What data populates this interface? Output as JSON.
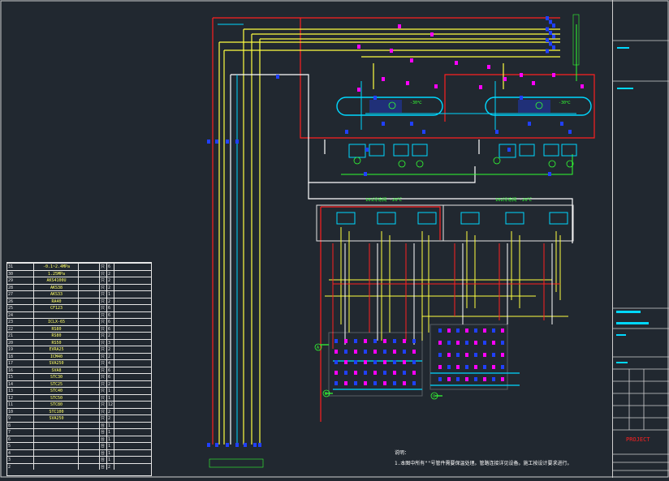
{
  "colors": {
    "background": "#212830",
    "pipe_red": "#ff2020",
    "pipe_yellow": "#ffff40",
    "pipe_white": "#ffffff",
    "pipe_cyan": "#00d8ff",
    "pipe_green": "#30ff30",
    "valve_magenta": "#ff00ff",
    "valve_blue": "#2040ff"
  },
  "evaporator_groups": [
    {
      "title": "101冷冻间 -20℃"
    },
    {
      "title": "102冷冻间 -20℃"
    }
  ],
  "tags": {
    "node_a": "A",
    "node_b": "B",
    "node_c": "C",
    "receiver_left": "-30℃",
    "receiver_right": "-30℃"
  },
  "notes": {
    "heading": "说明：",
    "line1": "1.本图中所有\"\"号管件需要保温处理。管路连接详见设备。施工按设计要求进行。"
  },
  "equipment_table": {
    "rows": [
      {
        "no": "31",
        "name": "",
        "spec": "-0.1~2.4MPa",
        "unit": "",
        "a": "只",
        "b": "6",
        "note": ""
      },
      {
        "no": "30",
        "name": "",
        "spec": "1.25MPa",
        "unit": "",
        "a": "只",
        "b": "2",
        "note": ""
      },
      {
        "no": "29",
        "name": "",
        "spec": "AKS4100U",
        "unit": "",
        "a": "只",
        "b": "2",
        "note": ""
      },
      {
        "no": "28",
        "name": "",
        "spec": "AKS38",
        "unit": "",
        "a": "只",
        "b": "2",
        "note": ""
      },
      {
        "no": "27",
        "name": "",
        "spec": "AKS33",
        "unit": "",
        "a": "只",
        "b": "1",
        "note": ""
      },
      {
        "no": "26",
        "name": "",
        "spec": "RA40",
        "unit": "",
        "a": "只",
        "b": "2",
        "note": ""
      },
      {
        "no": "25",
        "name": "",
        "spec": "CF123",
        "unit": "",
        "a": "只",
        "b": "6",
        "note": ""
      },
      {
        "no": "24",
        "name": "",
        "spec": "",
        "unit": "",
        "a": "只",
        "b": "6",
        "note": ""
      },
      {
        "no": "23",
        "name": "",
        "spec": "ICLX-65",
        "unit": "",
        "a": "只",
        "b": "6",
        "note": ""
      },
      {
        "no": "22",
        "name": "",
        "spec": "RS80",
        "unit": "",
        "a": "只",
        "b": "6",
        "note": ""
      },
      {
        "no": "21",
        "name": "",
        "spec": "RS80",
        "unit": "",
        "a": "只",
        "b": "2",
        "note": ""
      },
      {
        "no": "20",
        "name": "",
        "spec": "RS50",
        "unit": "",
        "a": "只",
        "b": "3",
        "note": ""
      },
      {
        "no": "19",
        "name": "",
        "spec": "EVRA25",
        "unit": "",
        "a": "只",
        "b": "2",
        "note": ""
      },
      {
        "no": "18",
        "name": "",
        "spec": "ICM40",
        "unit": "",
        "a": "只",
        "b": "2",
        "note": ""
      },
      {
        "no": "17",
        "name": "",
        "spec": "SVA250",
        "unit": "",
        "a": "只",
        "b": "4",
        "note": ""
      },
      {
        "no": "16",
        "name": "",
        "spec": "SVA8",
        "unit": "",
        "a": "只",
        "b": "6",
        "note": ""
      },
      {
        "no": "15",
        "name": "",
        "spec": "STC30",
        "unit": "",
        "a": "只",
        "b": "6",
        "note": ""
      },
      {
        "no": "14",
        "name": "",
        "spec": "STC25",
        "unit": "",
        "a": "只",
        "b": "2",
        "note": ""
      },
      {
        "no": "13",
        "name": "",
        "spec": "STC40",
        "unit": "",
        "a": "只",
        "b": "1",
        "note": ""
      },
      {
        "no": "12",
        "name": "",
        "spec": "STC50",
        "unit": "",
        "a": "只",
        "b": "1",
        "note": ""
      },
      {
        "no": "11",
        "name": "",
        "spec": "STC80",
        "unit": "",
        "a": "只",
        "b": "12",
        "note": ""
      },
      {
        "no": "10",
        "name": "",
        "spec": "STC100",
        "unit": "",
        "a": "只",
        "b": "2",
        "note": ""
      },
      {
        "no": "9",
        "name": "",
        "spec": "SVA250",
        "unit": "",
        "a": "只",
        "b": "2",
        "note": ""
      },
      {
        "no": "8",
        "name": "",
        "spec": "",
        "unit": "",
        "a": "台",
        "b": "1",
        "note": ""
      },
      {
        "no": "7",
        "name": "",
        "spec": "",
        "unit": "",
        "a": "台",
        "b": "1",
        "note": ""
      },
      {
        "no": "6",
        "name": "",
        "spec": "",
        "unit": "",
        "a": "台",
        "b": "1",
        "note": ""
      },
      {
        "no": "5",
        "name": "",
        "spec": "",
        "unit": "",
        "a": "台",
        "b": "1",
        "note": ""
      },
      {
        "no": "4",
        "name": "",
        "spec": "",
        "unit": "",
        "a": "台",
        "b": "1",
        "note": ""
      },
      {
        "no": "3",
        "name": "",
        "spec": "",
        "unit": "",
        "a": "台",
        "b": "1",
        "note": ""
      },
      {
        "no": "2",
        "name": "",
        "spec": "",
        "unit": "",
        "a": "台",
        "b": "2",
        "note": ""
      }
    ]
  },
  "title_block": {
    "stamp": "PROJECT"
  }
}
